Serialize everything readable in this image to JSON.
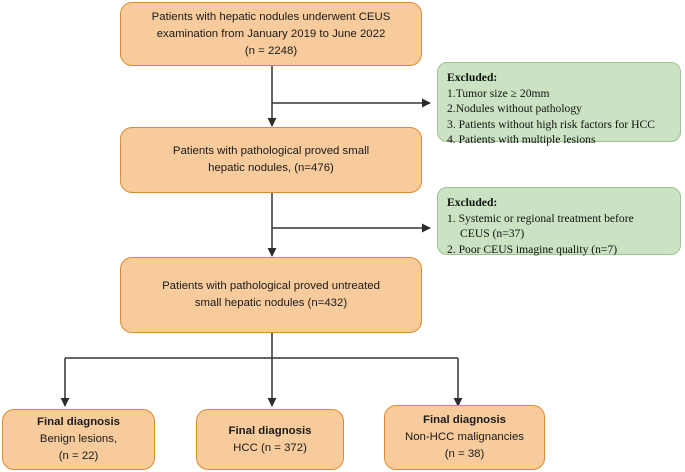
{
  "diagram": {
    "title": "CEUS hepatic nodule study flow diagram",
    "colors": {
      "box_fill": "#f8cb9c",
      "box_border": "#e08a2e",
      "excluded_fill": "#cbe3c2",
      "excluded_border": "#9dc391",
      "connector": "#333333",
      "text": "#1a1a1a"
    },
    "nodes": {
      "enrolled": {
        "lines": [
          "Patients with hepatic nodules underwent CEUS",
          "examination from January 2019 to June 2022",
          "(n = 2248)"
        ]
      },
      "pathology_proved": {
        "lines": [
          "Patients with pathological proved small",
          "hepatic nodules, (n=476)"
        ]
      },
      "untreated": {
        "lines": [
          "Patients with pathological proved untreated",
          "small hepatic nodules (n=432)"
        ]
      },
      "final_benign": {
        "heading": "Final diagnosis",
        "lines": [
          "Benign lesions,",
          "(n = 22)"
        ]
      },
      "final_hcc": {
        "heading": "Final diagnosis",
        "lines": [
          "HCC (n = 372)"
        ]
      },
      "final_non_hcc": {
        "heading": "Final diagnosis",
        "lines": [
          "Non-HCC malignancies",
          "(n = 38)"
        ]
      }
    },
    "excluded_first": {
      "heading": "Excluded:",
      "items": [
        "1.Tumor size ≥ 20mm",
        "2.Nodules without pathology",
        "3. Patients without high risk factors for HCC",
        "4. Patients with multiple lesions"
      ]
    },
    "excluded_second": {
      "heading": "Excluded:",
      "items": [
        "1. Systemic or regional treatment before",
        "CEUS (n=37)",
        "2. Poor CEUS imagine quality (n=7)"
      ]
    }
  }
}
